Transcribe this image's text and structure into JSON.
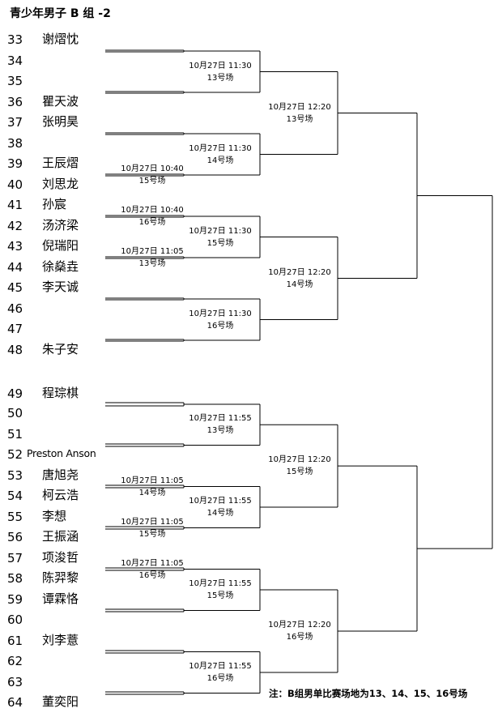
{
  "title": "青少年男子 B 组 -2",
  "note": "注：B组男单比赛场地为13、14、15、16号场",
  "slots": [
    {
      "seed": "33",
      "name": "谢熠忱"
    },
    {
      "seed": "34",
      "name": ""
    },
    {
      "seed": "35",
      "name": ""
    },
    {
      "seed": "36",
      "name": "瞿天波"
    },
    {
      "seed": "37",
      "name": "张明昊"
    },
    {
      "seed": "38",
      "name": ""
    },
    {
      "seed": "39",
      "name": "王辰熠"
    },
    {
      "seed": "40",
      "name": "刘思龙"
    },
    {
      "seed": "41",
      "name": "孙宸"
    },
    {
      "seed": "42",
      "name": "汤济梁"
    },
    {
      "seed": "43",
      "name": "倪瑞阳"
    },
    {
      "seed": "44",
      "name": "徐燊垚"
    },
    {
      "seed": "45",
      "name": "李天诚"
    },
    {
      "seed": "46",
      "name": ""
    },
    {
      "seed": "47",
      "name": ""
    },
    {
      "seed": "48",
      "name": "朱子安"
    },
    {
      "seed": "49",
      "name": "程琮棋"
    },
    {
      "seed": "50",
      "name": ""
    },
    {
      "seed": "51",
      "name": ""
    },
    {
      "seed": "52",
      "name": "Preston Anson"
    },
    {
      "seed": "53",
      "name": "唐旭尧"
    },
    {
      "seed": "54",
      "name": "柯云浩"
    },
    {
      "seed": "55",
      "name": "李想"
    },
    {
      "seed": "56",
      "name": "王振涵"
    },
    {
      "seed": "57",
      "name": "项浚哲"
    },
    {
      "seed": "58",
      "name": "陈羿黎"
    },
    {
      "seed": "59",
      "name": "谭霖恪"
    },
    {
      "seed": "60",
      "name": ""
    },
    {
      "seed": "61",
      "name": "刘李薏"
    },
    {
      "seed": "62",
      "name": ""
    },
    {
      "seed": "63",
      "name": ""
    },
    {
      "seed": "64",
      "name": "董奕阳"
    }
  ],
  "matches": [
    {
      "id": "r1-39-40",
      "time": "10月27日 10:40",
      "court": "15号场"
    },
    {
      "id": "r1-41-42",
      "time": "10月27日 10:40",
      "court": "16号场"
    },
    {
      "id": "r1-43-44",
      "time": "10月27日 11:05",
      "court": "13号场"
    },
    {
      "id": "r1-53-54",
      "time": "10月27日 11:05",
      "court": "14号场"
    },
    {
      "id": "r1-55-56",
      "time": "10月27日 11:05",
      "court": "15号场"
    },
    {
      "id": "r1-57-58",
      "time": "10月27日 11:05",
      "court": "16号场"
    },
    {
      "id": "r2-33-36",
      "time": "10月27日 11:30",
      "court": "13号场"
    },
    {
      "id": "r2-37-40",
      "time": "10月27日 11:30",
      "court": "14号场"
    },
    {
      "id": "r2-41-44",
      "time": "10月27日 11:30",
      "court": "15号场"
    },
    {
      "id": "r2-45-48",
      "time": "10月27日 11:30",
      "court": "16号场"
    },
    {
      "id": "r2-49-52",
      "time": "10月27日 11:55",
      "court": "13号场"
    },
    {
      "id": "r2-53-56",
      "time": "10月27日 11:55",
      "court": "14号场"
    },
    {
      "id": "r2-57-60",
      "time": "10月27日 11:55",
      "court": "15号场"
    },
    {
      "id": "r2-61-64",
      "time": "10月27日 11:55",
      "court": "16号场"
    },
    {
      "id": "r3-33-40",
      "time": "10月27日 12:20",
      "court": "13号场"
    },
    {
      "id": "r3-41-48",
      "time": "10月27日 12:20",
      "court": "14号场"
    },
    {
      "id": "r3-49-56",
      "time": "10月27日 12:20",
      "court": "15号场"
    },
    {
      "id": "r3-57-64",
      "time": "10月27日 12:20",
      "court": "16号场"
    }
  ]
}
